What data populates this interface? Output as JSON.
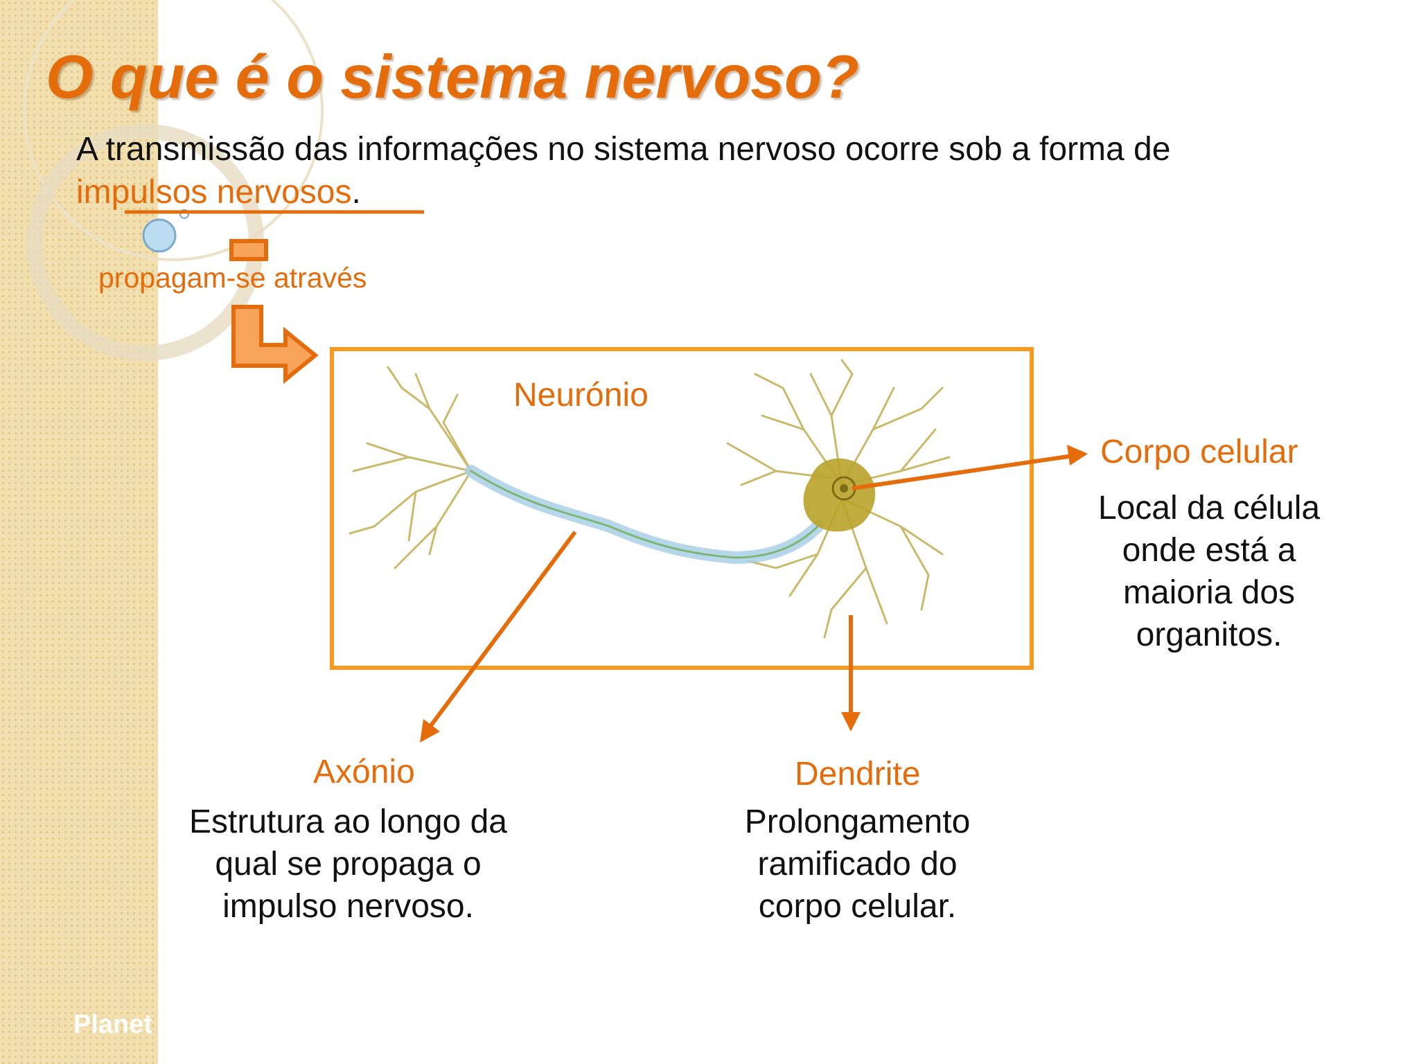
{
  "slide": {
    "title": "O que é o sistema nervoso?",
    "intro": {
      "before": "A  transmissão das informações no sistema nervoso ocorre sob a forma de ",
      "highlight": "impulsos nervosos",
      "after": "."
    },
    "propagation_label": "propagam-se através",
    "footer": "Planet"
  },
  "diagram": {
    "title": "Neurónio",
    "parts": [
      {
        "title": "Corpo celular",
        "description": "Local da célula onde está a maioria dos organitos."
      },
      {
        "title": "Axónio",
        "description": "Estrutura ao longo da qual se propaga o impulso nervoso."
      },
      {
        "title": "Dendrite",
        "description": "Prolongamento ramificado do corpo celular."
      }
    ]
  },
  "colors": {
    "accent": "#e46c0a",
    "frame": "#f79a1e",
    "band": "#f2dfaf",
    "neuron_body": "#b9a229",
    "axon": "#a9cfe6"
  }
}
